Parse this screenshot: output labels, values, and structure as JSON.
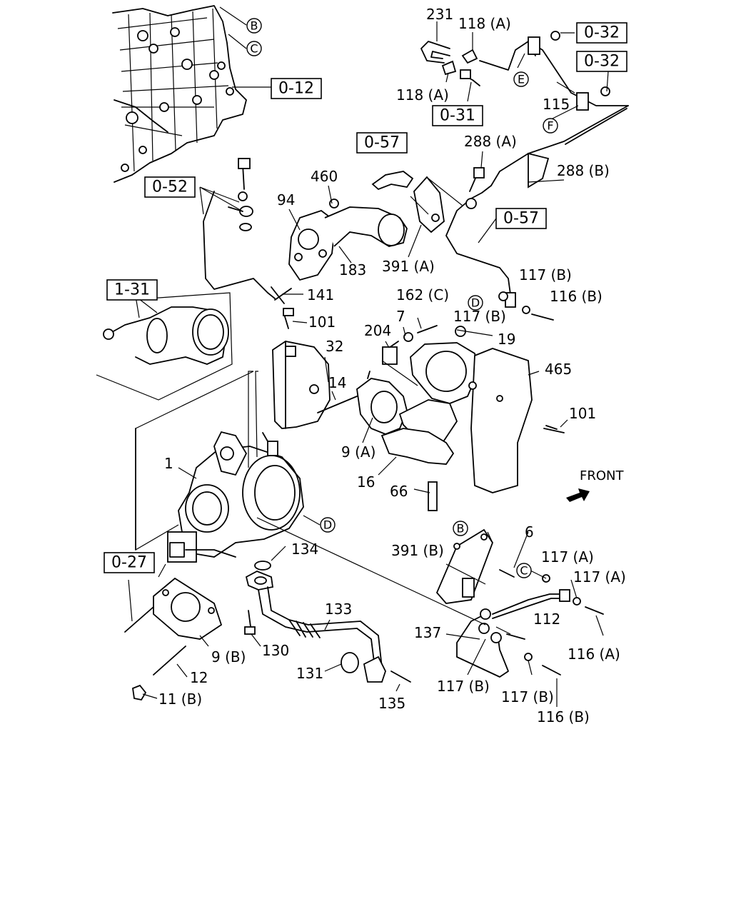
{
  "ref_boxes": [
    "0-12",
    "0-32",
    "0-32",
    "0-31",
    "0-57",
    "0-52",
    "0-57",
    "1-31",
    "0-27"
  ],
  "circle_letters": [
    "B",
    "C",
    "E",
    "F",
    "D",
    "D",
    "B",
    "C"
  ],
  "front_label": "FRONT",
  "parts": [
    "231",
    "118 (A)",
    "118 (A)",
    "115",
    "288 (A)",
    "288 (B)",
    "460",
    "94",
    "183",
    "391 (A)",
    "117 (B)",
    "116 (B)",
    "162 (C)",
    "7",
    "117 (B)",
    "19",
    "204",
    "141",
    "101",
    "32",
    "465",
    "14",
    "101",
    "9 (A)",
    "16",
    "66",
    "1",
    "134",
    "6",
    "391 (B)",
    "117 (A)",
    "117 (A)",
    "133",
    "112",
    "137",
    "116 (A)",
    "130",
    "131",
    "135",
    "117 (B)",
    "117 (B)",
    "116 (B)",
    "9 (B)",
    "12",
    "11 (B)"
  ]
}
